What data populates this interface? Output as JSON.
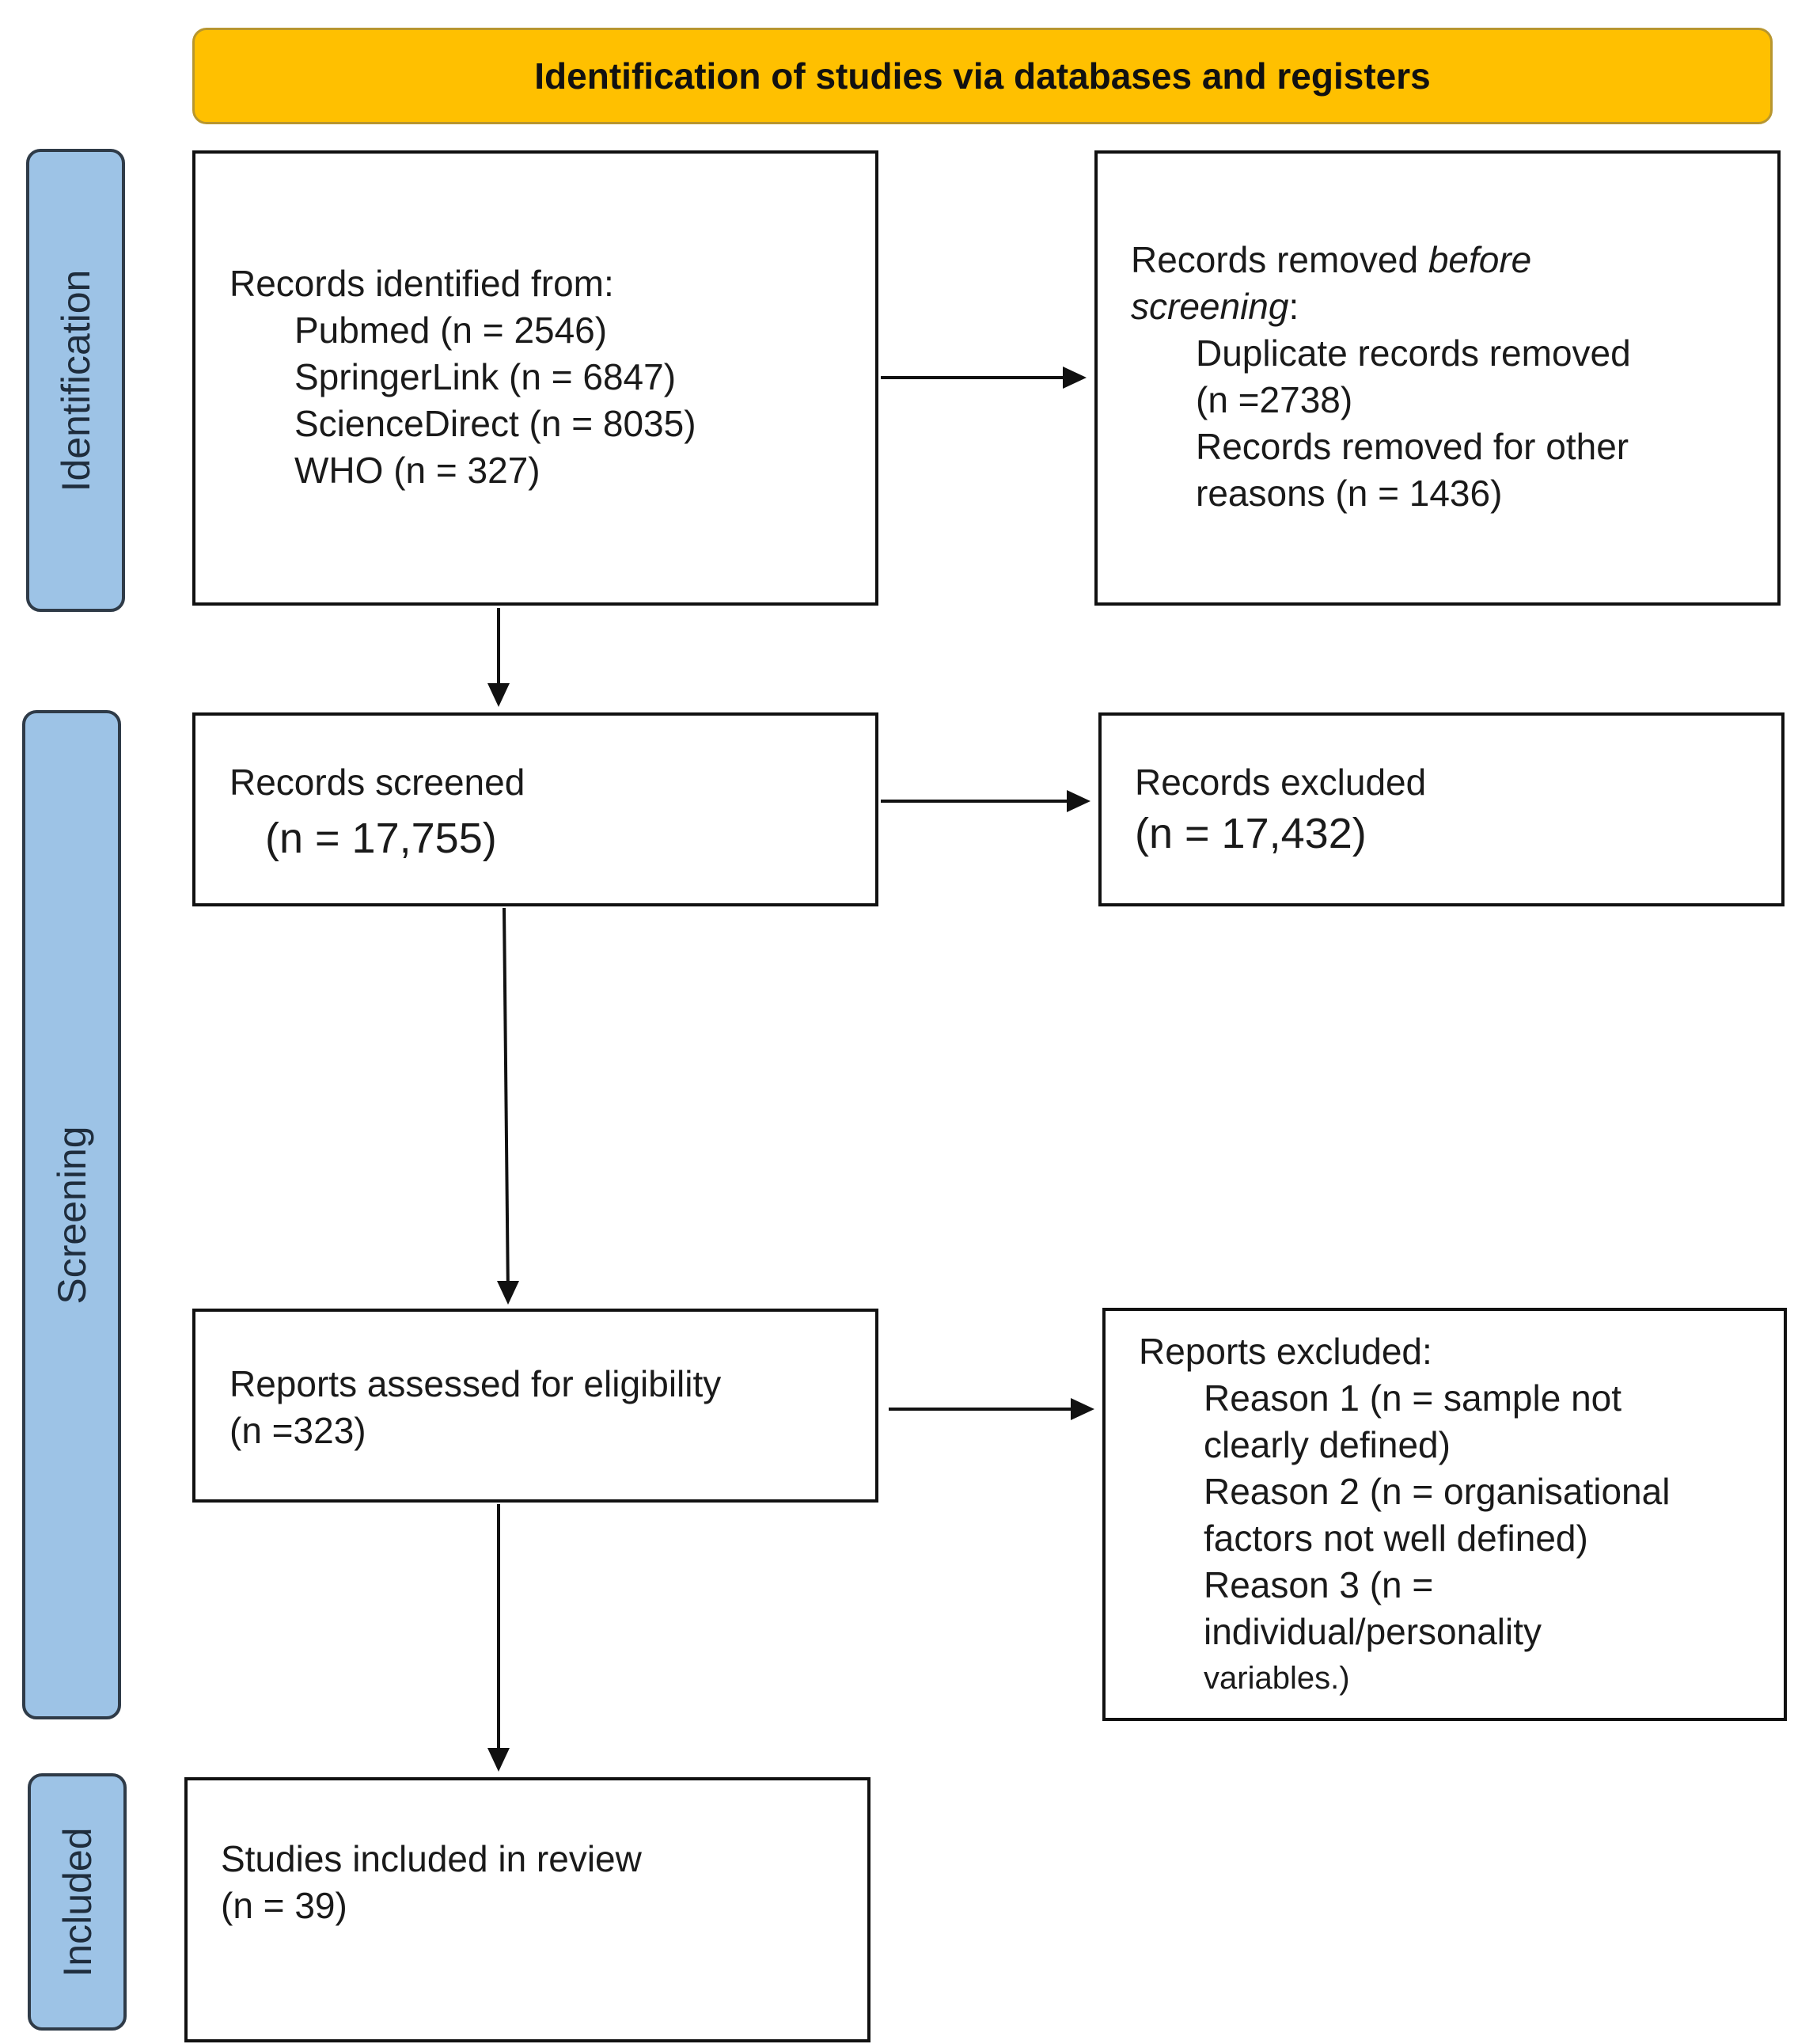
{
  "header": {
    "title": "Identification of studies via databases and registers"
  },
  "phases": {
    "identification": "Identification",
    "screening": "Screening",
    "included": "Included"
  },
  "boxes": {
    "records_identified": {
      "heading": "Records identified from:",
      "sources": [
        "Pubmed (n = 2546)",
        "SpringerLink (n = 6847)",
        "ScienceDirect (n = 8035)",
        "WHO (n = 327)"
      ]
    },
    "records_removed": {
      "heading_prefix": "Records removed ",
      "heading_italic": "before",
      "heading_italic_2": "screening",
      "heading_colon": ":",
      "lines": [
        "Duplicate records removed",
        "(n =2738)",
        "Records removed for other",
        "reasons (n = 1436)"
      ]
    },
    "records_screened": {
      "heading": "Records screened",
      "count": "(n = 17,755)"
    },
    "records_excluded": {
      "heading": "Records excluded",
      "count": "(n = 17,432)"
    },
    "reports_assessed": {
      "heading": "Reports assessed for eligibility",
      "count": "(n =323)"
    },
    "reports_excluded": {
      "heading": "Reports excluded:",
      "lines": [
        "Reason 1 (n = sample not",
        "clearly defined)",
        "Reason 2 (n = organisational",
        "factors not well defined)",
        "Reason 3 (n =",
        "individual/personality"
      ],
      "last_line": "variables.)"
    },
    "studies_included": {
      "heading": "Studies included in review",
      "count": "(n = 39)"
    }
  }
}
